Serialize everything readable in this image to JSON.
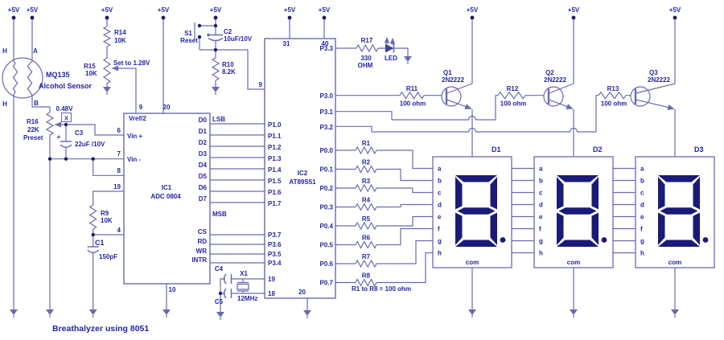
{
  "title": "Breathalyzer using 8051",
  "power_label": "+5V",
  "colors": {
    "wire": "#6a6ab2",
    "text": "#2323a8",
    "digit": "#1a1a78",
    "dot": "#1a1a70"
  },
  "sensor": {
    "name": "MQ135",
    "type": "Alcohol Sensor",
    "pin_top_left": "H",
    "pin_top_right": "A",
    "pin_bottom_left": "H",
    "pin_bottom_right": "B"
  },
  "test_point": {
    "voltage": "0.48V",
    "mark": "X"
  },
  "parts": {
    "r14": {
      "ref": "R14",
      "value": "10K"
    },
    "r15": {
      "ref": "R15",
      "value": "10K",
      "note": "Set to 1.28V"
    },
    "r16": {
      "ref": "R16",
      "value": "22K",
      "kind": "Preset"
    },
    "r9": {
      "ref": "R9",
      "value": "10K"
    },
    "r10": {
      "ref": "R10",
      "value": "8.2K"
    },
    "c1": {
      "ref": "C1",
      "value": "150pF"
    },
    "c2": {
      "ref": "C2",
      "value": "10uF/10V",
      "polarity": "+"
    },
    "c3": {
      "ref": "C3",
      "value": "22uF /10V",
      "polarity": "+"
    },
    "c4": {
      "ref": "C4"
    },
    "c5": {
      "ref": "C5"
    },
    "s1": {
      "ref": "S1",
      "label": "Reset"
    },
    "x1": {
      "ref": "X1",
      "value": "12MHz"
    },
    "r17": {
      "ref": "R17",
      "value": "330",
      "unit": "OHM"
    },
    "led": {
      "label": "LED"
    }
  },
  "ic1": {
    "ref": "IC1",
    "part": "ADC 0804",
    "pin_top": [
      "9",
      "20"
    ],
    "vref": "Vref/2",
    "pin6": "6",
    "vin_plus": "Vin +",
    "pin7": "7",
    "vin_minus": "Vin -",
    "pin8": "8",
    "pin19": "19",
    "pin4": "4",
    "pin10": "10",
    "lsb": "LSB",
    "msb": "MSB",
    "data_pins": [
      "D0",
      "D1",
      "D2",
      "D3",
      "D4",
      "D5",
      "D6",
      "D7"
    ],
    "ctrl_pins": [
      "CS",
      "RD",
      "WR",
      "INTR"
    ]
  },
  "ic2": {
    "ref": "IC2",
    "part": "AT89S51",
    "pin31": "31",
    "pin40": "40",
    "rst": "9",
    "p1_pins": [
      "P1.0",
      "P1.1",
      "P1.2",
      "P1.3",
      "P1.4",
      "P1.5",
      "P1.6",
      "P1.7"
    ],
    "p3_left": [
      "P3.7",
      "P3.6",
      "P3.5",
      "P3.4"
    ],
    "pin19": "19",
    "pin18": "18",
    "pin20": "20",
    "p33": "P3.3",
    "p30": "P3.0",
    "p31": "P3.1",
    "p32": "P3.2",
    "p0_pins": [
      "P0.0",
      "P0.1",
      "P0.2",
      "P0.3",
      "P0.4",
      "P0.5",
      "P0.6",
      "P0.7"
    ]
  },
  "transistors": [
    {
      "ref": "Q1",
      "part": "2N2222"
    },
    {
      "ref": "Q2",
      "part": "2N2222"
    },
    {
      "ref": "Q3",
      "part": "2N2222"
    }
  ],
  "base_resistors": [
    {
      "ref": "R11",
      "value": "100 ohm"
    },
    {
      "ref": "R12",
      "value": "100 ohm"
    },
    {
      "ref": "R13",
      "value": "100 ohm"
    }
  ],
  "segment_resistors": {
    "refs": [
      "R1",
      "R2",
      "R3",
      "R4",
      "R5",
      "R6",
      "R7",
      "R8"
    ],
    "note": "R1 to R8 = 100 ohm"
  },
  "displays": {
    "refs": [
      "D1",
      "D2",
      "D3"
    ],
    "segment_pins": [
      "a",
      "b",
      "c",
      "d",
      "e",
      "f",
      "g",
      "h"
    ],
    "common_label": "com"
  }
}
